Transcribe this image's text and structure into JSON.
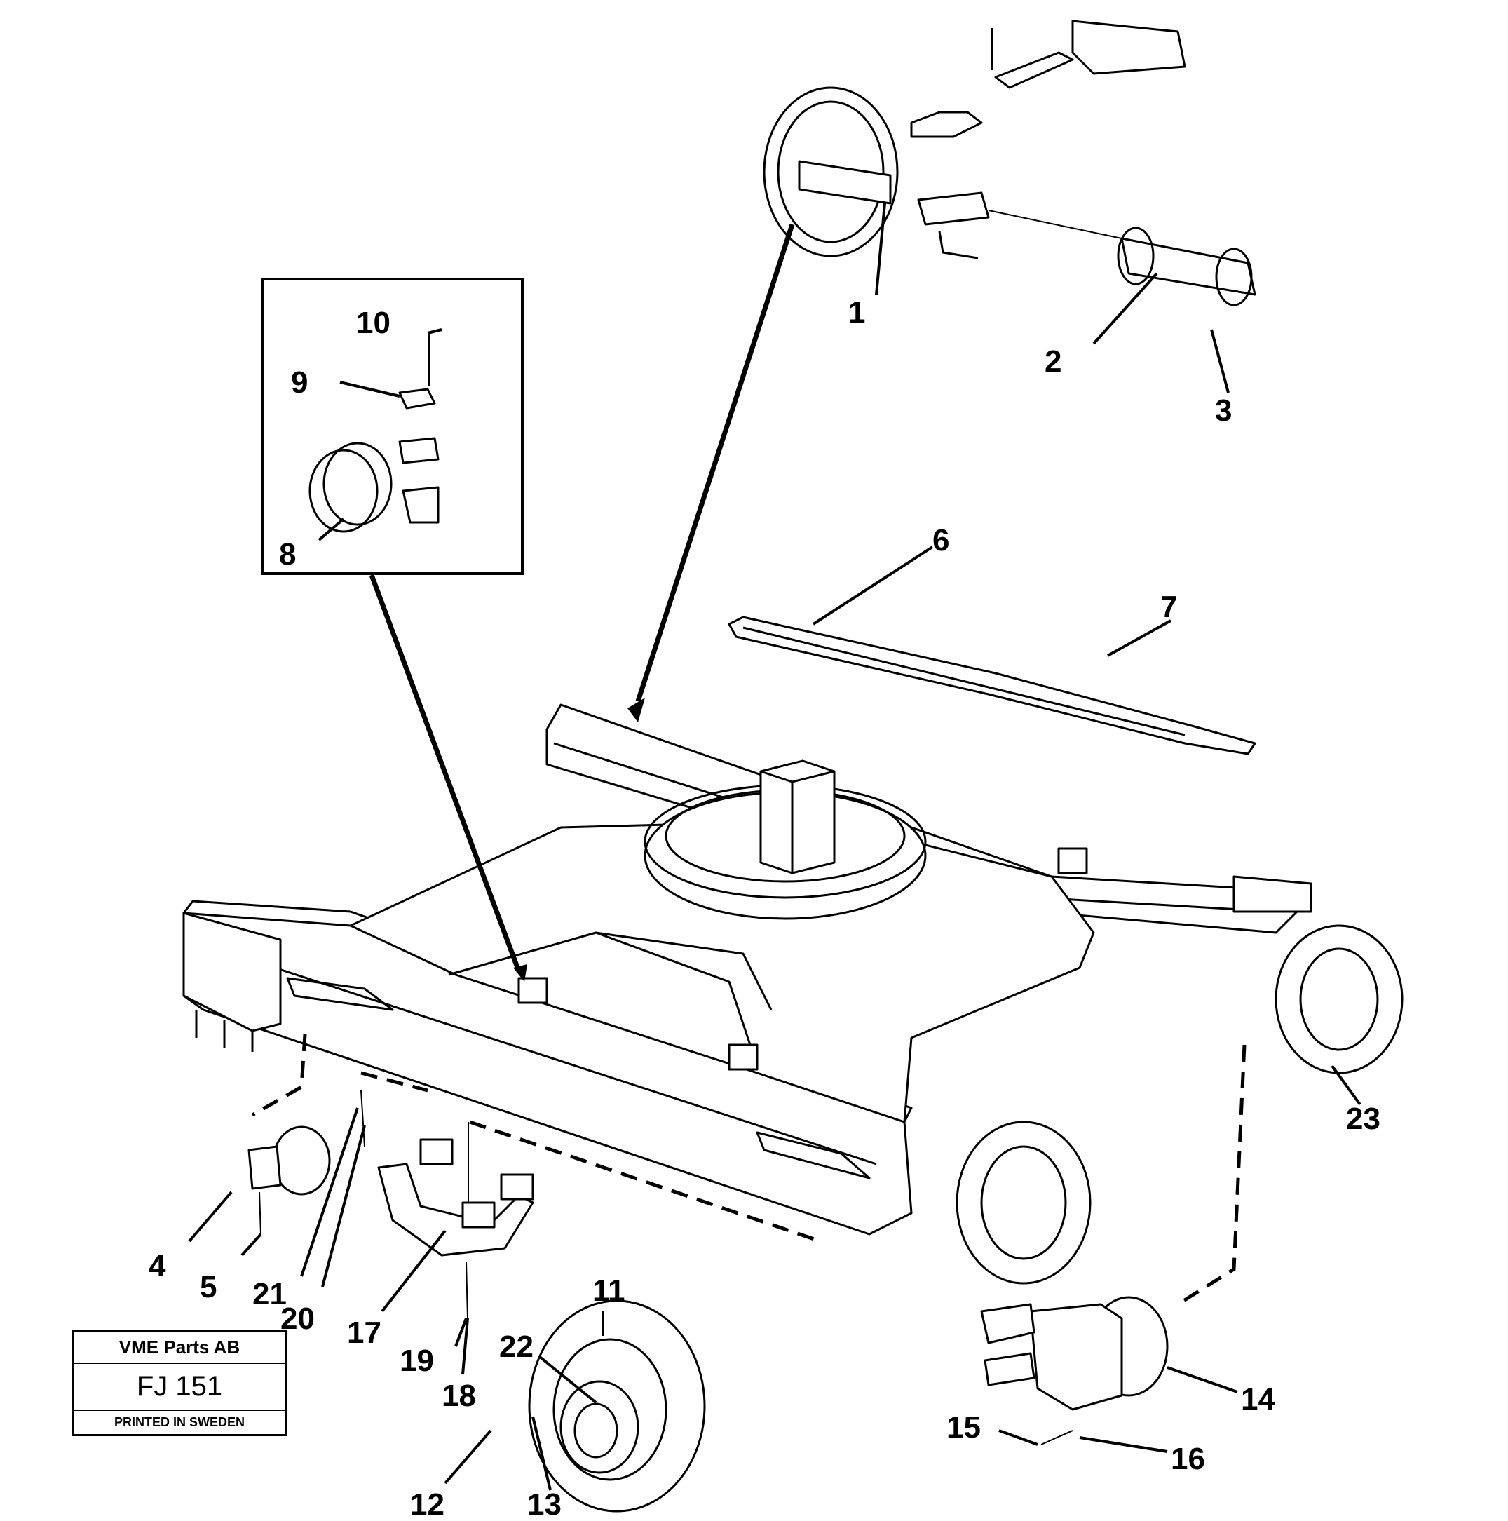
{
  "stamp": {
    "company": "VME Parts AB",
    "code": "FJ 151",
    "printed": "PRINTED IN SWEDEN"
  },
  "callouts": [
    "1",
    "2",
    "3",
    "4",
    "5",
    "6",
    "7",
    "8",
    "9",
    "10",
    "11",
    "12",
    "13",
    "14",
    "15",
    "16",
    "17",
    "18",
    "19",
    "20",
    "21",
    "22",
    "23"
  ]
}
